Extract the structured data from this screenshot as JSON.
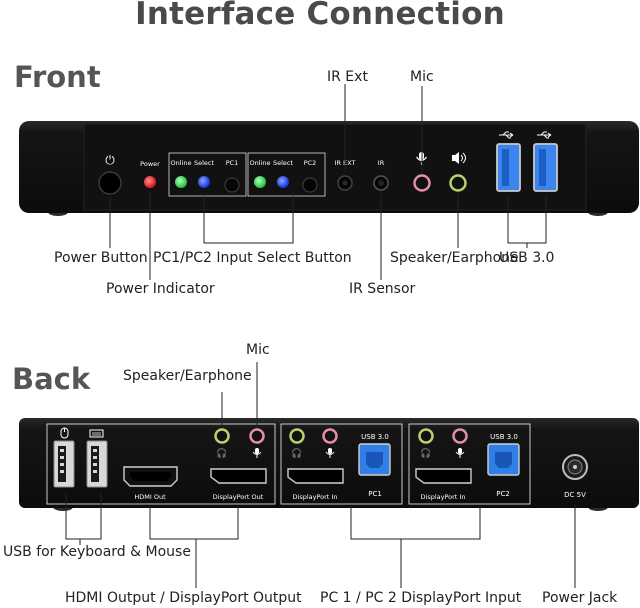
{
  "title": "Interface Connection",
  "front": {
    "heading": "Front",
    "panel_labels": {
      "power": "Power",
      "online": "Online",
      "select": "Select",
      "pc1": "PC1",
      "pc2": "PC2",
      "ir_ext": "IR EXT",
      "ir": "IR"
    },
    "callouts": {
      "ir_ext": "IR Ext",
      "mic": "Mic",
      "power_button": "Power Button",
      "input_select": "PC1/PC2 Input Select Button",
      "speaker": "Speaker/Earphone",
      "usb": "USB 3.0",
      "power_indicator": "Power Indicator",
      "ir_sensor": "IR Sensor"
    }
  },
  "back": {
    "heading": "Back",
    "panel_labels": {
      "hdmi_out": "HDMI Out",
      "dp_out": "DisplayPort Out",
      "dp_in_1": "DisplayPort In",
      "dp_in_2": "DisplayPort In",
      "usb30_1": "USB 3.0",
      "usb30_2": "USB 3.0",
      "pc1": "PC1",
      "pc2": "PC2",
      "dc": "DC 5V"
    },
    "callouts": {
      "mic": "Mic",
      "speaker": "Speaker/Earphone",
      "usb_kbm": "USB for Keyboard & Mouse",
      "video_out": "HDMI Output / DisplayPort Output",
      "dp_input": "PC 1 / PC 2 DisplayPort Input",
      "power_jack": "Power Jack"
    }
  },
  "colors": {
    "device": "#141414",
    "led_red": "#e8202a",
    "led_green": "#2fd24a",
    "led_blue": "#1b3fe0",
    "usb_blue": "#2f7fe6",
    "jack_green": "#b8d070",
    "jack_pink": "#e38fa6",
    "callout_line": "#222222"
  }
}
